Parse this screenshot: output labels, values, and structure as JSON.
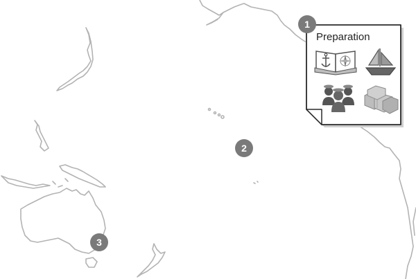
{
  "markers": [
    {
      "number": "1"
    },
    {
      "number": "2"
    },
    {
      "number": "3"
    }
  ],
  "card": {
    "title": "Preparation",
    "icons": [
      "map-book-icon",
      "sailboat-icon",
      "crew-icon",
      "supply-crates-icon"
    ]
  },
  "colors": {
    "marker": "#7a7a7a",
    "coastline": "#b3b3b3",
    "icon_dark": "#555555",
    "icon_light": "#bdbdbd"
  }
}
